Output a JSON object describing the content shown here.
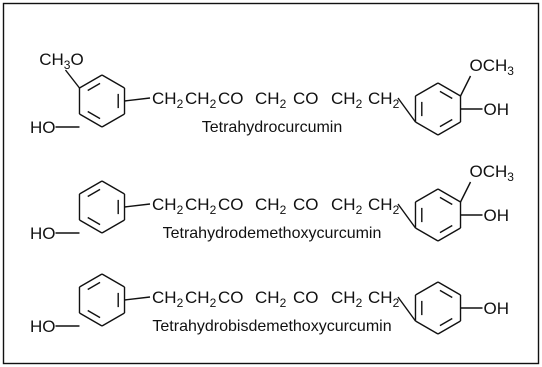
{
  "molecules": [
    {
      "name": "Tetrahydrocurcumin",
      "left": {
        "top": "CH3O",
        "side": "HO"
      },
      "chain": [
        "CH2",
        "CH2",
        "CO",
        "CH2",
        "CO",
        "CH2",
        "CH2"
      ],
      "right": {
        "top": "OCH3",
        "side": "OH"
      }
    },
    {
      "name": "Tetrahydrodemethoxycurcumin",
      "left": {
        "top": "",
        "side": "HO"
      },
      "chain": [
        "CH2",
        "CH2",
        "CO",
        "CH2",
        "CO",
        "CH2",
        "CH2"
      ],
      "right": {
        "top": "OCH3",
        "side": "OH"
      }
    },
    {
      "name": "Tetrahydrobisdemethoxycurcumin",
      "left": {
        "top": "",
        "side": "HO"
      },
      "chain": [
        "CH2",
        "CH2",
        "CO",
        "CH2",
        "CO",
        "CH2",
        "CH2"
      ],
      "right": {
        "top": "",
        "side": "OH"
      }
    }
  ]
}
